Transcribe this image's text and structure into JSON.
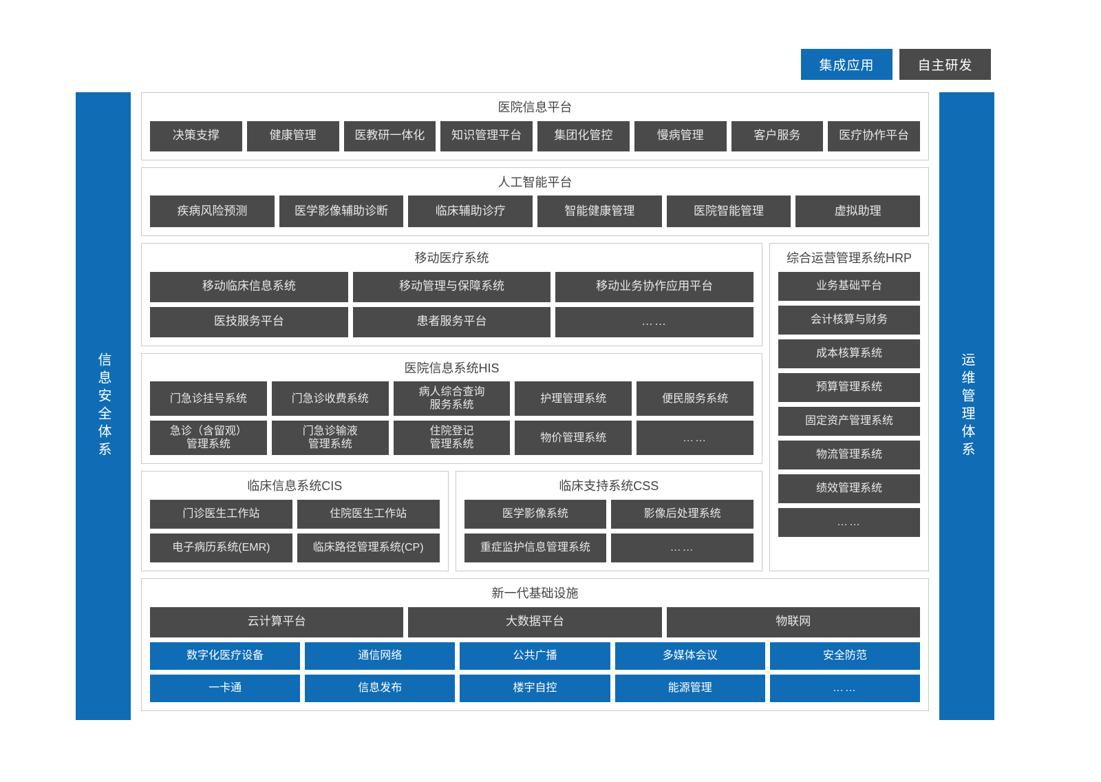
{
  "legend": {
    "integrated_label": "集成应用",
    "inhouse_label": "自主研发",
    "integrated_color": "#0f6cb5",
    "inhouse_color": "#4a4a4a"
  },
  "left_band": {
    "label": "信息安全体系"
  },
  "right_band": {
    "label": "运维管理体系"
  },
  "sections": {
    "platform": {
      "title": "医院信息平台",
      "items": [
        "决策支撑",
        "健康管理",
        "医教研一体化",
        "知识管理平台",
        "集团化管控",
        "慢病管理",
        "客户服务",
        "医疗协作平台"
      ]
    },
    "ai": {
      "title": "人工智能平台",
      "items": [
        "疾病风险预测",
        "医学影像辅助诊断",
        "临床辅助诊疗",
        "智能健康管理",
        "医院智能管理",
        "虚拟助理"
      ]
    },
    "mobile": {
      "title": "移动医疗系统",
      "row1": [
        "移动临床信息系统",
        "移动管理与保障系统",
        "移动业务协作应用平台"
      ],
      "row2": [
        "医技服务平台",
        "患者服务平台",
        "……"
      ]
    },
    "his": {
      "title": "医院信息系统HIS",
      "row1": [
        "门急诊挂号系统",
        "门急诊收费系统",
        "病人综合查询\n服务系统",
        "护理管理系统",
        "便民服务系统"
      ],
      "row2": [
        "急诊（含留观）\n管理系统",
        "门急诊输液\n管理系统",
        "住院登记\n管理系统",
        "物价管理系统",
        "……"
      ]
    },
    "cis": {
      "title": "临床信息系统CIS",
      "row1": [
        "门诊医生工作站",
        "住院医生工作站"
      ],
      "row2": [
        "电子病历系统(EMR)",
        "临床路径管理系统(CP)"
      ]
    },
    "css": {
      "title": "临床支持系统CSS",
      "row1": [
        "医学影像系统",
        "影像后处理系统"
      ],
      "row2": [
        "重症监护信息管理系统",
        "……"
      ]
    },
    "hrp": {
      "title": "综合运营管理系统HRP",
      "items": [
        "业务基础平台",
        "会计核算与财务",
        "成本核算系统",
        "预算管理系统",
        "固定资产管理系统",
        "物流管理系统",
        "绩效管理系统",
        "……"
      ]
    },
    "infra": {
      "title": "新一代基础设施",
      "platforms": [
        "云计算平台",
        "大数据平台",
        "物联网"
      ],
      "row1": [
        "数字化医疗设备",
        "通信网络",
        "公共广播",
        "多媒体会议",
        "安全防范"
      ],
      "row2": [
        "一卡通",
        "信息发布",
        "楼宇自控",
        "能源管理",
        "……"
      ]
    }
  }
}
